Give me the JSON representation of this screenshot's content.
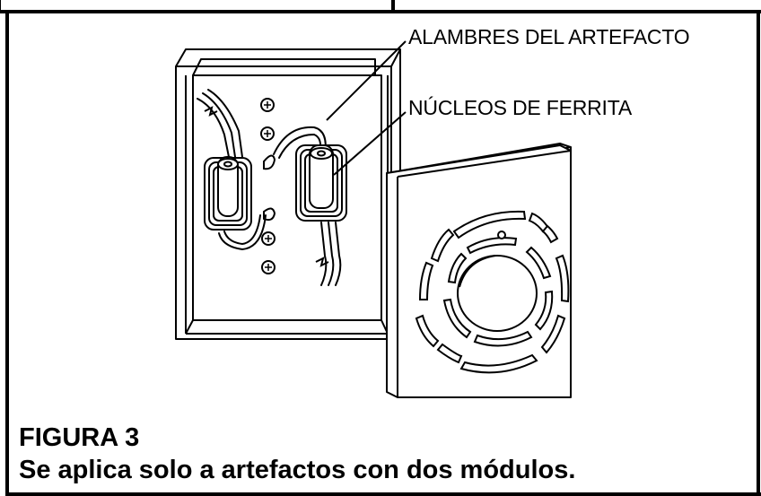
{
  "figure": {
    "callouts": {
      "fixture_wires": "ALAMBRES DEL ARTEFACTO",
      "ferrite_cores": "NÚCLEOS DE FERRITA"
    },
    "title": "FIGURA 3",
    "caption": "Se aplica solo a artefactos con dos módulos."
  },
  "colors": {
    "ink": "#000000",
    "paper": "#ffffff",
    "shade": "#e6e6e6"
  },
  "icons": [
    "screw-icon",
    "wire-break-icon"
  ]
}
